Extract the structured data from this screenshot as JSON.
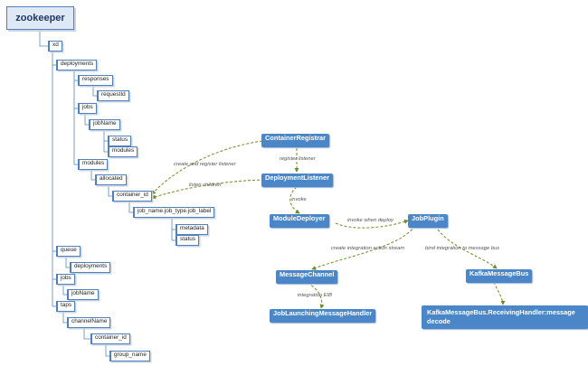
{
  "tree": {
    "root": "zookeeper",
    "nodes": {
      "xd": "xd",
      "deployments": "deployments",
      "responses": "responses",
      "requestId": "requestId",
      "jobs": "jobs",
      "jobName": "jobName",
      "status": "status",
      "modules": "modules",
      "modules2": "modules",
      "allocated": "allocated",
      "container_id": "container_id",
      "job_label": "job_name.job_type.job_label",
      "metadata": "metadata",
      "status2": "status",
      "queue": "queue",
      "deployments2": "deployments",
      "jobs2": "jobs",
      "jobName2": "jobName",
      "taps": "taps",
      "channelName": "channelName",
      "container_id2": "container_id",
      "group_name": "group_name"
    }
  },
  "components": {
    "container_registrar": "ContainerRegistrar",
    "deployment_listener": "DeploymentListener",
    "module_deployer": "ModuleDeployer",
    "job_plugin": "JobPlugin",
    "message_channel": "MessageChannel",
    "kafka_message_bus": "KafkaMessageBus",
    "job_launching_handler": "JobLaunchingMessageHandler",
    "receiving_handler": "KafkaMessageBus.ReceivingHandler:message decode"
  },
  "edge_labels": {
    "create_register_listener": "create and register listener",
    "register_listener": "register listener",
    "listen_children": "listen children",
    "invoke": "invoke",
    "invoke_when_deploy": "invoke when deploy",
    "create_integration_stream": "create integration action stream",
    "bind_integration": "bind integration to message bus",
    "integration_eib": "integration EIB"
  },
  "colors": {
    "tree_line": "#4f81bd",
    "component_fill": "#4a86c8",
    "arrow": "#6b8e23"
  }
}
